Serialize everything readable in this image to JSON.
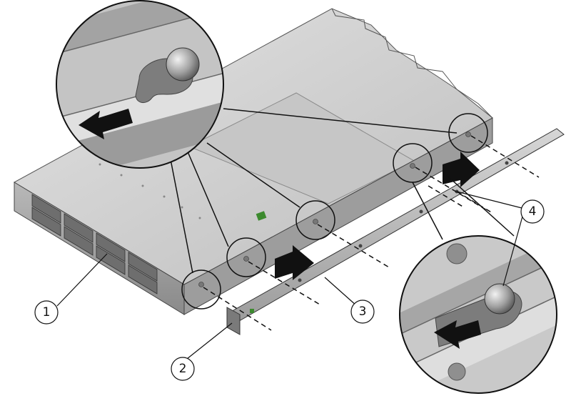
{
  "diagram": {
    "callouts": [
      {
        "id": "1",
        "label": "1"
      },
      {
        "id": "2",
        "label": "2"
      },
      {
        "id": "3",
        "label": "3"
      },
      {
        "id": "4",
        "label": "4"
      }
    ],
    "colors": {
      "server_top": "#d4d4d4",
      "server_side": "#a9a9a9",
      "server_dark": "#7a7a7a",
      "rail": "#bdbdbd",
      "arrow": "#111111",
      "outline": "#333333",
      "badge": "#3c8a2e"
    }
  }
}
